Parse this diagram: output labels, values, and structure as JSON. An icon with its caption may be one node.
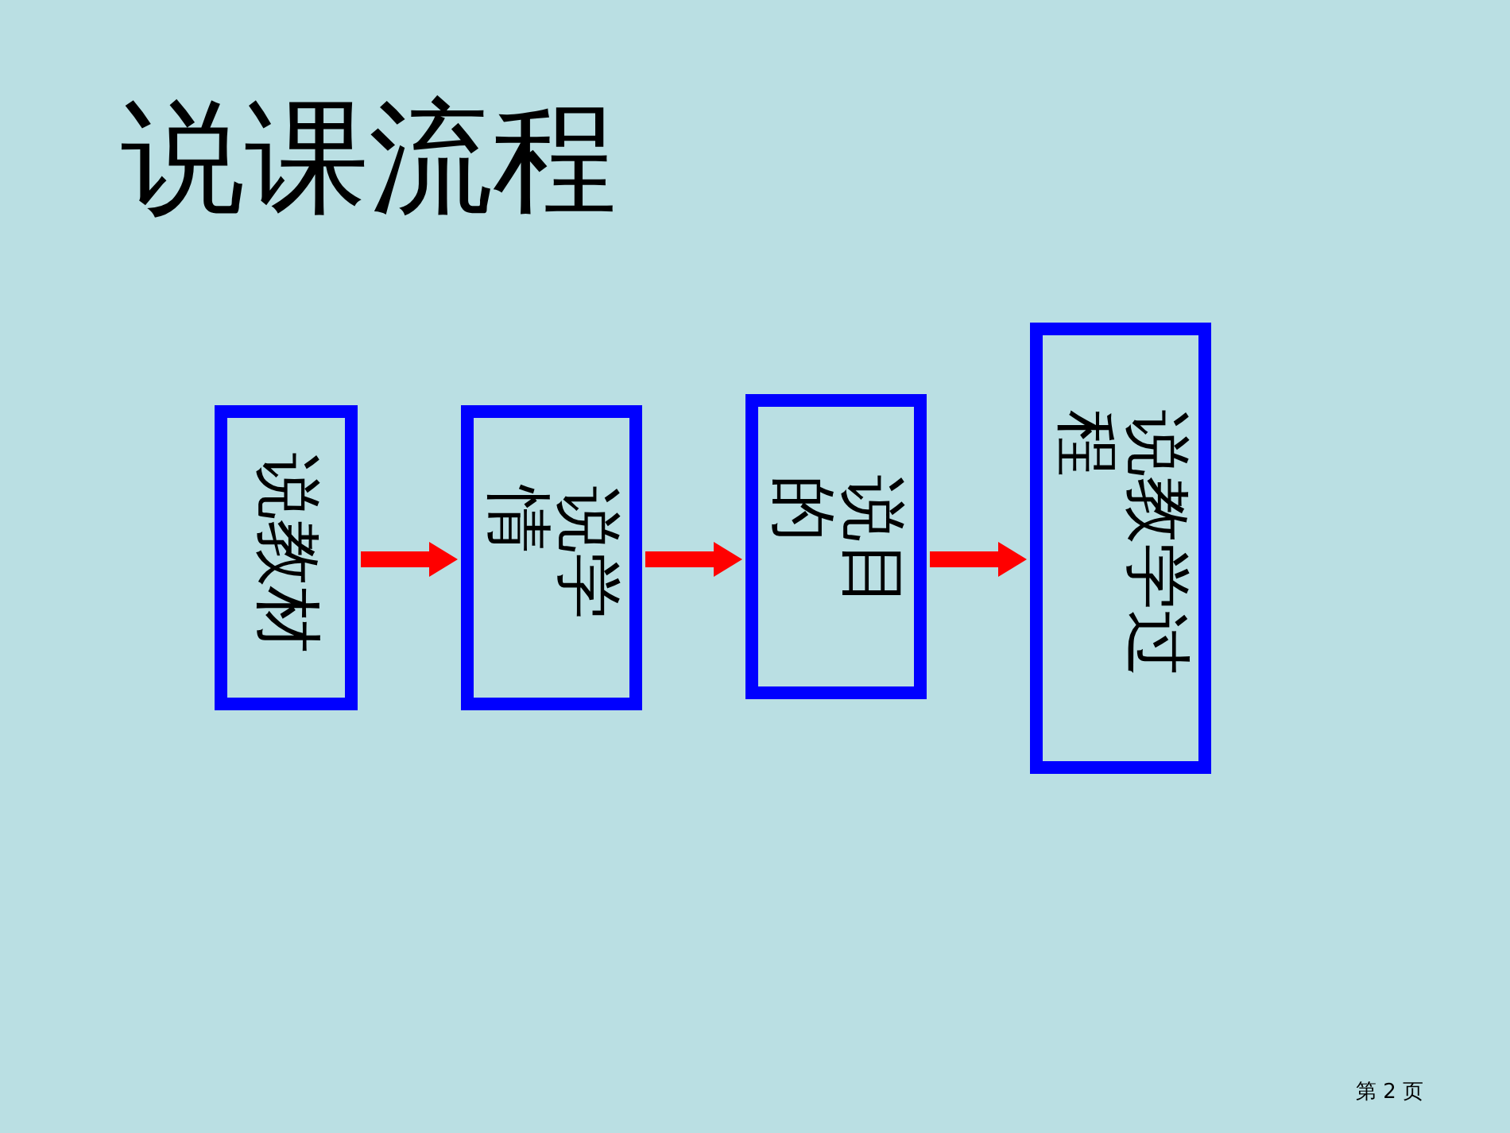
{
  "diagram": {
    "title": "说课流程",
    "nodes": [
      {
        "text": [
          "说教材"
        ]
      },
      {
        "text": [
          "说学情"
        ]
      },
      {
        "text": [
          "说目的"
        ]
      },
      {
        "text": [
          "说教学过程"
        ]
      }
    ],
    "edges": [
      {
        "from": 0,
        "to": 1,
        "arrow": "to"
      },
      {
        "from": 1,
        "to": 2,
        "arrow": "to"
      },
      {
        "from": 2,
        "to": 3,
        "arrow": "to"
      }
    ],
    "labels": [
      "第 2 页"
    ]
  }
}
